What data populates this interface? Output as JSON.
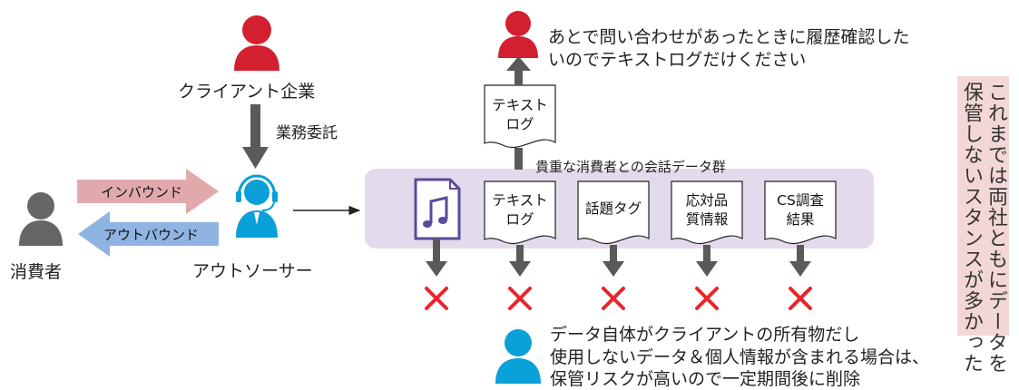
{
  "actors": {
    "client_company": "クライアント企業",
    "outsourcer": "アウトソーサー",
    "consumer": "消費者"
  },
  "arrows": {
    "outsourcing": "業務委託",
    "inbound": "インバウンド",
    "outbound": "アウトバウンド"
  },
  "group": {
    "title": "貴重な消費者との会話データ群",
    "items": [
      "テキスト\nログ",
      "話題タグ",
      "応対品\n質情報",
      "CS調査\n結果"
    ]
  },
  "exported_doc": "テキスト\nログ",
  "top_comment": {
    "line1": "あとで問い合わせがあったときに履歴確認した",
    "line2": "いのでテキストログだけください"
  },
  "bottom_comment": {
    "line1": "データ自体がクライアントの所有物だし",
    "line2": "使用しないデータ＆個人情報が含まれる場合は、",
    "line3": "保管リスクが高いので一定期間後に削除"
  },
  "side_note": {
    "col1": "これまでは両社ともにデータを",
    "col2": "保管しないスタンスが多かった"
  },
  "colors": {
    "client": "#d32030",
    "consumer": "#666666",
    "operator": "#0aa0d8",
    "inbound_arrow": "#e2a9ad",
    "outbound_arrow": "#8fb4e2",
    "group_bg": "#e3dbeb",
    "delete_mark": "#e8262b",
    "note_bg": "#f3d7d7",
    "audio_icon": "#5a4a9a"
  },
  "icons": [
    "audio-file-icon",
    "cross-icon",
    "person-icon",
    "headset-operator-icon"
  ]
}
